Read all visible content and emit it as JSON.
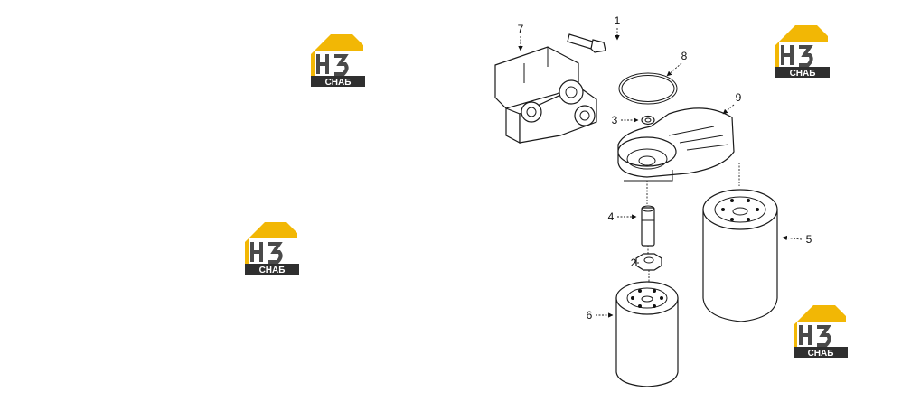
{
  "colors": {
    "logo_yellow": "#f2b705",
    "logo_dark": "#4a4a4a",
    "logo_text": "#ffffff",
    "line": "#1a1a1a"
  },
  "watermark": {
    "brand": "НЗ",
    "sub": "СНАБ"
  },
  "diagram": {
    "callouts": [
      {
        "id": "1",
        "label": "1"
      },
      {
        "id": "2",
        "label": "2"
      },
      {
        "id": "3",
        "label": "3"
      },
      {
        "id": "4",
        "label": "4"
      },
      {
        "id": "5",
        "label": "5"
      },
      {
        "id": "6",
        "label": "6"
      },
      {
        "id": "7",
        "label": "7"
      },
      {
        "id": "8",
        "label": "8"
      },
      {
        "id": "9",
        "label": "9"
      }
    ]
  }
}
